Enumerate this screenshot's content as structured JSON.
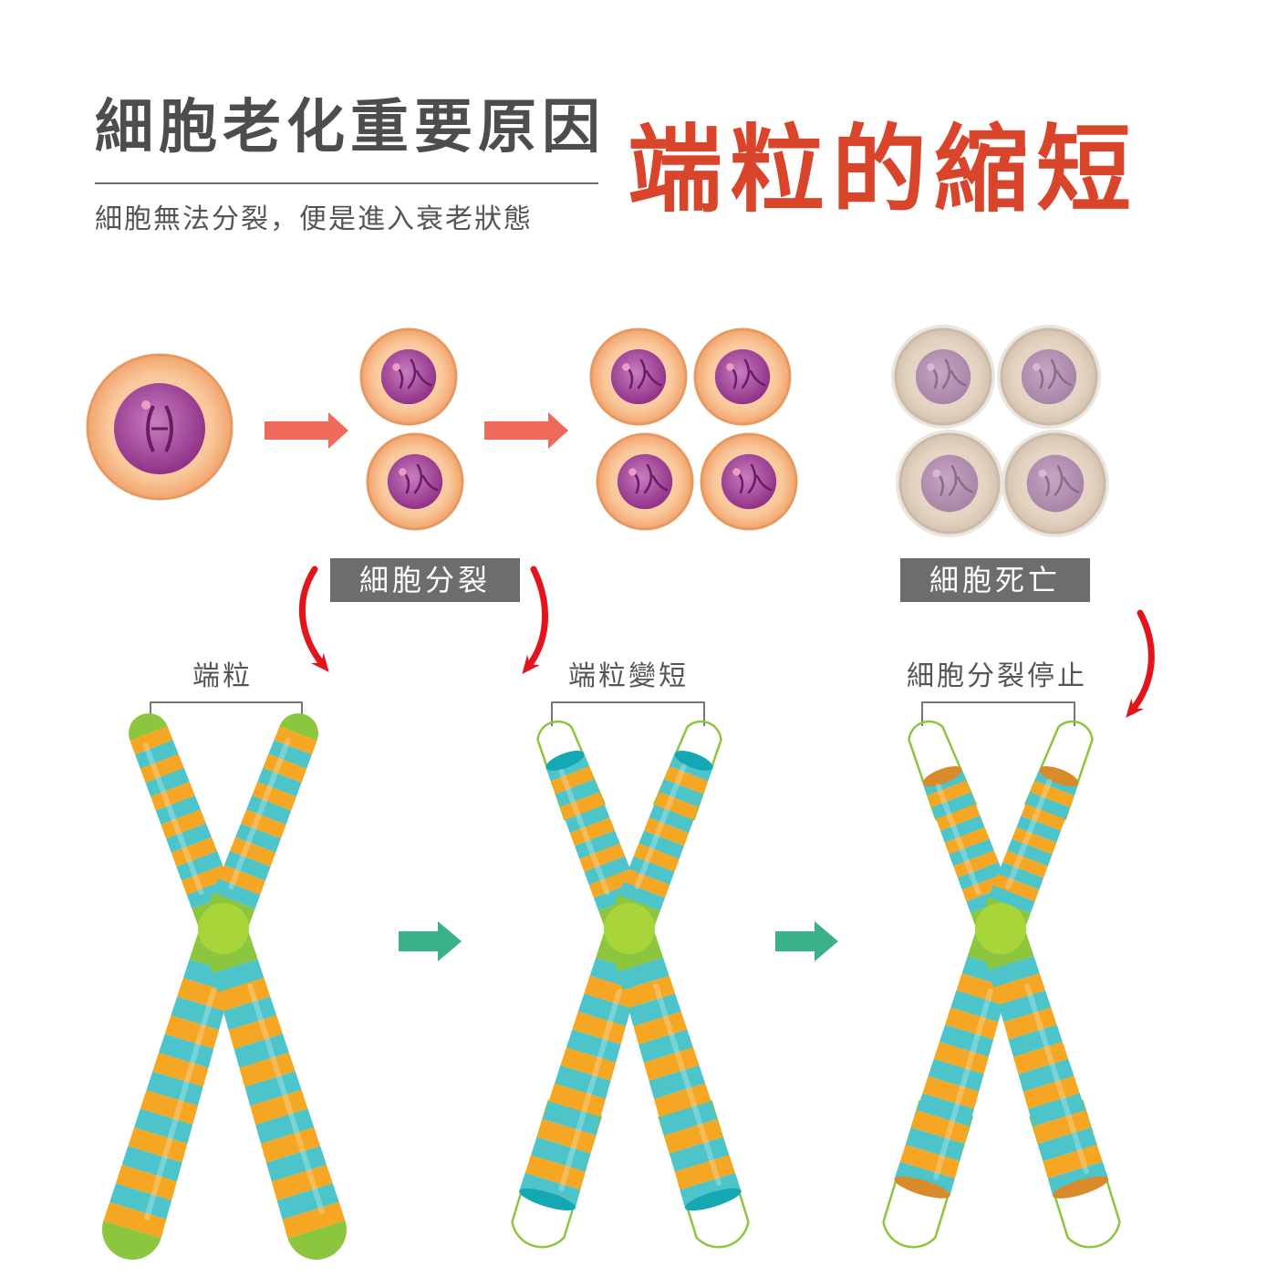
{
  "header": {
    "title": "細胞老化重要原因",
    "subtitle": "細胞無法分裂，便是進入衰老狀態",
    "headline": "端粒的縮短"
  },
  "stages": {
    "division_label": "細胞分裂",
    "death_label": "細胞死亡"
  },
  "chromosomes": [
    {
      "label": "端粒"
    },
    {
      "label": "端粒變短"
    },
    {
      "label": "細胞分裂停止"
    }
  ],
  "colors": {
    "title_gray": "#4d4d4d",
    "headline_red": "#d9452b",
    "label_box": "#6d6d6d",
    "cell_orange": "#f7b582",
    "nucleus_purple": "#9b3c8f",
    "flow_arrow_red": "#ef6a5a",
    "curve_arrow_red": "#e3141c",
    "flow_arrow_green": "#3bb18a",
    "chrom_teal": "#4dc4c9",
    "chrom_orange": "#f5a623",
    "centromere_green": "#a8d63a",
    "telomere_green": "#8cc63f"
  }
}
